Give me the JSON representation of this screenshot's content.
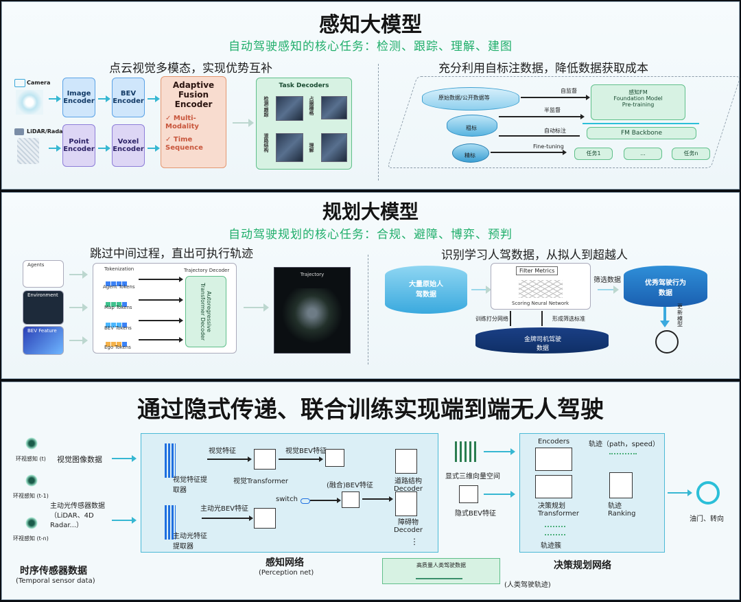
{
  "p1": {
    "title": "感知大模型",
    "subtitle": "自动驾驶感知的核心任务：检测、跟踪、理解、建图",
    "left_head": "点云视觉多模态，实现优势互补",
    "right_head": "充分利用自标注数据，降低数据获取成本",
    "camera": "Camera",
    "lidar": "LiDAR/Radar",
    "image_encoder": "Image Encoder",
    "point_encoder": "Point Encoder",
    "bev_encoder": "BEV Encoder",
    "voxel_encoder": "Voxel Encoder",
    "adaptive_title": "Adaptive Fusion Encoder",
    "adaptive_items": [
      "Multi-Modality",
      "Time Sequence"
    ],
    "check": "✓",
    "task_decoders": "Task Decoders",
    "task_labels": [
      "检测/跟踪",
      "占据栅格",
      "道路结构",
      "理解"
    ],
    "raw_data": "原始数据/公开数据等",
    "coarse": "粗标",
    "fine": "精标",
    "self_sup": "自监督",
    "semi_sup": "半监督",
    "auto_label": "自动标注",
    "finetune": "Fine-tuning",
    "fm_title": "感知FM",
    "fm_line2": "Foundation Model",
    "fm_line3": "Pre-training",
    "fm_backbone": "FM Backbone",
    "task1": "任务1",
    "task_dots": "...",
    "taskn": "任务n"
  },
  "p2": {
    "title": "规划大模型",
    "subtitle": "自动驾驶规划的核心任务：合规、避障、博弈、预判",
    "left_head": "跳过中间过程，直出可执行轨迹",
    "right_head": "识别学习人驾数据，从拟人到超越人",
    "agents": "Agents",
    "environment": "Environment",
    "bev_feature": "BEV Feature",
    "tokenization": "Tokenization",
    "traj_decoder": "Trajectory Decoder",
    "tokens": [
      "Agent Tokens",
      "Map Tokens",
      "BEV Tokens",
      "Ego Tokens"
    ],
    "ar_decoder": "Autoregressive Transformer Decoder",
    "trajectory": "Trajectory",
    "big_raw": "大量原始人驾数据",
    "filter_metrics": "Filter Metrics",
    "scoring_nn": "Scoring Neural Network",
    "filter_data": "筛选数据",
    "excellent": "优秀驾驶行为数据",
    "update_model": "更新模型",
    "train_net": "训练打分网络",
    "form_std": "形成筛选标准",
    "gold": "金牌司机驾驶数据"
  },
  "p3": {
    "title": "通过隐式传递、联合训练实现端到端无人驾驶",
    "surround_t": "环视感知 (t)",
    "surround_t1": "环视感知 (t-1)",
    "surround_tn": "环视感知 (t-n)",
    "visual_data": "视觉图像数据",
    "lidar_data": "主动光传感器数据（LiDAR、4D Radar...）",
    "visual_feat": "视觉特征",
    "visual_bev": "视觉BEV特征",
    "visual_extractor": "视觉特征提取器",
    "visual_transformer": "视觉Transformer",
    "fused_bev": "(融合)BEV特征",
    "switch": "switch",
    "lidar_bev": "主动光BEV特征",
    "lidar_extractor": "主动光特征提取器",
    "road_decoder": "道路结构 Decoder",
    "obstacle_decoder": "障碍物 Decoder",
    "vdots": "⋮",
    "explicit": "显式三维向量空间",
    "implicit": "隐式BEV特征",
    "encoders": "Encoders",
    "traj_ps": "轨迹（path，speed）",
    "decision_tf": "决策规划 Transformer",
    "traj_ranking": "轨迹 Ranking",
    "traj_cluster": "轨迹簇",
    "output": "油门、转向",
    "temporal": "时序传感器数据",
    "temporal_en": "(Temporal sensor data)",
    "perception": "感知网络",
    "perception_en": "(Perception net)",
    "hq_data": "高质量人类驾驶数据",
    "human_traj": "(人类驾驶轨迹)",
    "decision_net": "决策规划网络"
  },
  "colors": {
    "green_text": "#1fae6a",
    "accent_cyan": "#36b7d2",
    "blue_cyl": "#2f8fd8",
    "navy": "#0f2f66"
  },
  "icons": [
    "camera-icon",
    "lidar-icon",
    "steering-wheel-icon",
    "network-icon",
    "car-icon"
  ]
}
